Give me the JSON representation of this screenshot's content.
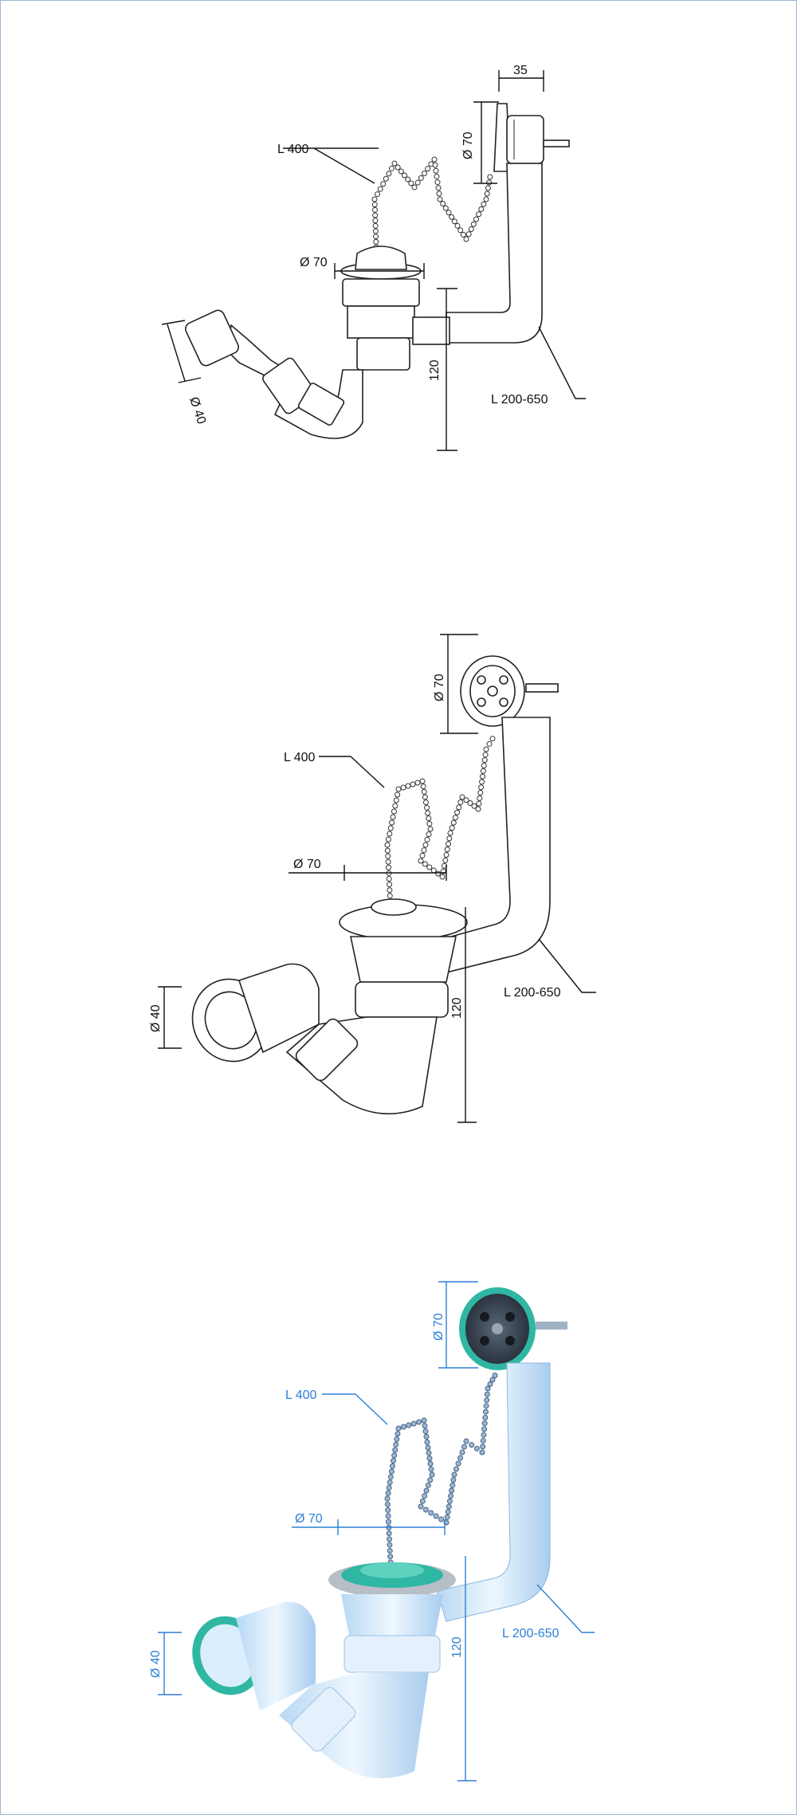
{
  "colors": {
    "line_drawing": "#111111",
    "render_dimension": "#2d7fd6",
    "render_pipe": "#d9ecfb",
    "render_gasket": "#2fb7a3"
  },
  "panels": [
    {
      "style": "line-drawing-side",
      "labels": {
        "d_top": "35",
        "d_grate": "Ø 70",
        "chain": "L 400",
        "d_plug": "Ø 70",
        "d_outlet": "Ø 40",
        "height": "120",
        "hose": "L 200-650"
      }
    },
    {
      "style": "line-drawing-perspective",
      "labels": {
        "d_grate": "Ø 70",
        "chain": "L 400",
        "d_plug": "Ø 70",
        "d_outlet": "Ø 40",
        "height": "120",
        "hose": "L 200-650"
      }
    },
    {
      "style": "color-render",
      "labels": {
        "d_grate": "Ø 70",
        "chain": "L 400",
        "d_plug": "Ø 70",
        "d_outlet": "Ø 40",
        "height": "120",
        "hose": "L 200-650"
      }
    }
  ]
}
